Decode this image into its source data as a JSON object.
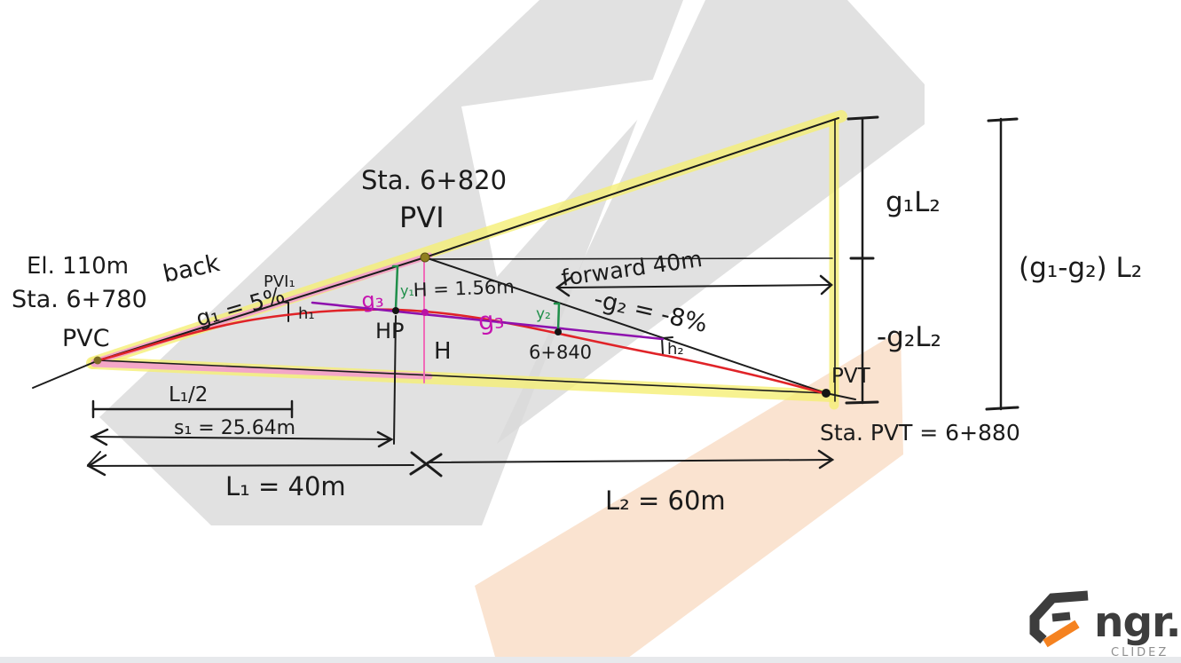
{
  "colors": {
    "highlight_yellow": "#f6ef76",
    "highlight_pink": "#f49fce",
    "curve_red": "#e02328",
    "g3_line_purple": "#8e12ae",
    "offset_green": "#1f8f4a",
    "label_magenta": "#c513b0",
    "ink_black": "#1c1c1c",
    "watermark_gray": "#d9d9d9",
    "watermark_peach": "#fae1cd",
    "logo_orange": "#f58220",
    "logo_charcoal": "#3d3d3d"
  },
  "labels": {
    "pvc_elevation": "El. 110m",
    "pvc_station": "Sta. 6+780",
    "pvc": "PVC",
    "back_tangent": "back",
    "g1": "g₁ = 5%",
    "pvi_prime": "PVI₁",
    "h1": "h₁",
    "pvi_station": "Sta. 6+820",
    "pvi": "PVI",
    "g3_left": "g₃",
    "y1": "y₁",
    "h_value": "H = 1.56m",
    "hp": "HP",
    "h": "H",
    "g3_right": "g₃",
    "y2": "y₂",
    "sta_6840": "6+840",
    "forward": "forward 40m",
    "g2": "-g₂ = -8%",
    "h2": "h₂",
    "pvt": "PVT",
    "pvt_station": "Sta. PVT = 6+880",
    "l1_half": "L₁/2",
    "s1": "s₁ = 25.64m",
    "l1": "L₁ = 40m",
    "l2": "L₂ = 60m",
    "g1_l2": "g₁L₂",
    "neg_g2_l2": "-g₂L₂",
    "g1_minus_g2_l2": "(g₁-g₂) L₂"
  },
  "logo": {
    "brand": "ngr.",
    "sub": "CLIDEZ"
  }
}
